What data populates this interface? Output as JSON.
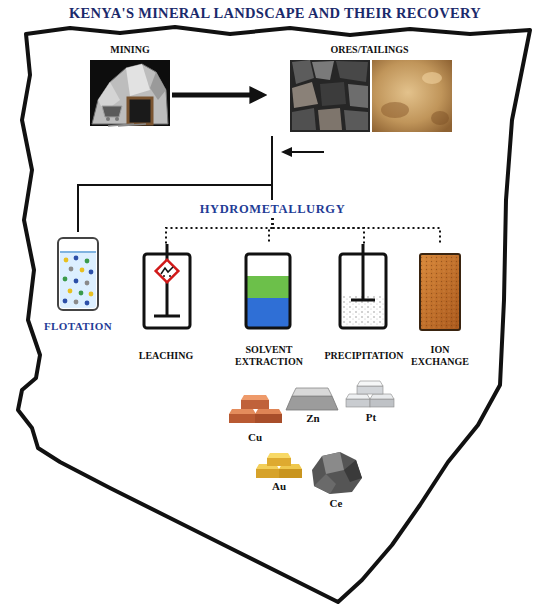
{
  "diagram": {
    "title": "KENYA'S MINERAL LANDSCAPE AND THEIR RECOVERY",
    "nodes": [
      {
        "text": [
          "MINING"
        ]
      },
      {
        "text": [
          "ORES/TAILINGS"
        ]
      },
      {
        "text": [
          "FLOTATION"
        ]
      },
      {
        "text": [
          "HYDROMETALLURGY"
        ]
      },
      {
        "text": [
          "LEACHING"
        ]
      },
      {
        "text": [
          "SOLVENT EXTRACTION"
        ]
      },
      {
        "text": [
          "PRECIPITATION"
        ]
      },
      {
        "text": [
          "ION EXCHANGE"
        ]
      },
      {
        "text": [
          "Cu"
        ]
      },
      {
        "text": [
          "Zn"
        ]
      },
      {
        "text": [
          "Pt"
        ]
      },
      {
        "text": [
          "Au"
        ]
      },
      {
        "text": [
          "Ce"
        ]
      }
    ],
    "edges": [
      {
        "from": 0,
        "to": 1,
        "arrow": "to"
      },
      {
        "from": 1,
        "to": 2,
        "arrow": "none"
      },
      {
        "from": 1,
        "to": 3,
        "arrow": "none"
      },
      {
        "from": 3,
        "to": 4,
        "arrow": "none"
      },
      {
        "from": 3,
        "to": 5,
        "arrow": "none"
      },
      {
        "from": 3,
        "to": 6,
        "arrow": "none"
      },
      {
        "from": 3,
        "to": 7,
        "arrow": "none"
      }
    ]
  }
}
